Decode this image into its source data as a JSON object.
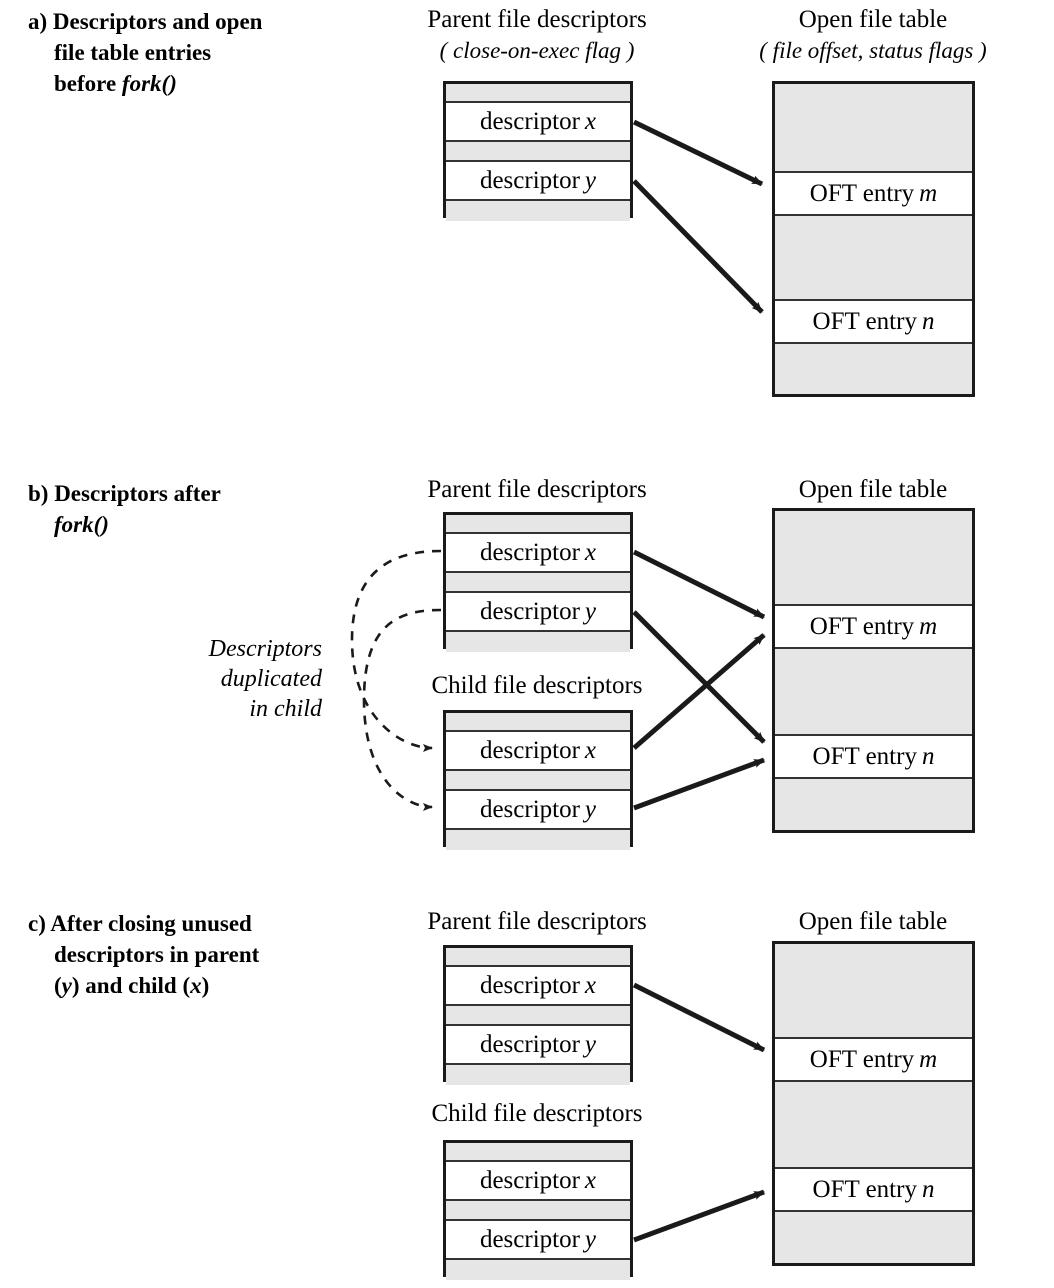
{
  "figure": {
    "gray_fill": "#e6e6e6",
    "line_color": "#1a1a1a"
  },
  "panels": [
    {
      "id": "a",
      "caption_line1": "a) Descriptors and open",
      "caption_line2": "file table entries",
      "caption_line3_prefix": "before ",
      "caption_line3_italic": "fork()",
      "parent_header": "Parent file descriptors",
      "parent_subheader": "( close-on-exec flag )",
      "oft_header": "Open file table",
      "oft_subheader": "( file offset, status flags )",
      "parent_rows": [
        {
          "kind": "gray",
          "text": ""
        },
        {
          "kind": "white",
          "text": "descriptor ",
          "var": "x"
        },
        {
          "kind": "gray",
          "text": ""
        },
        {
          "kind": "white",
          "text": "descriptor ",
          "var": "y"
        },
        {
          "kind": "gray",
          "text": ""
        }
      ],
      "oft_rows": [
        {
          "kind": "gray",
          "text": ""
        },
        {
          "kind": "white",
          "text": "OFT entry ",
          "var": "m"
        },
        {
          "kind": "gray",
          "text": ""
        },
        {
          "kind": "white",
          "text": "OFT entry ",
          "var": "n"
        },
        {
          "kind": "gray",
          "text": ""
        }
      ],
      "arrows": [
        {
          "from": "parent-descriptor-x",
          "to": "oft-entry-m",
          "style": "solid"
        },
        {
          "from": "parent-descriptor-y",
          "to": "oft-entry-n",
          "style": "solid"
        }
      ]
    },
    {
      "id": "b",
      "caption_line1": "b) Descriptors after",
      "caption_line2_italic": "fork()",
      "parent_header": "Parent file descriptors",
      "child_header": "Child file descriptors",
      "oft_header": "Open file table",
      "side_note_line1": "Descriptors",
      "side_note_line2": "duplicated",
      "side_note_line3": "in child",
      "parent_rows": [
        {
          "kind": "gray",
          "text": ""
        },
        {
          "kind": "white",
          "text": "descriptor ",
          "var": "x"
        },
        {
          "kind": "gray",
          "text": ""
        },
        {
          "kind": "white",
          "text": "descriptor ",
          "var": "y"
        },
        {
          "kind": "gray",
          "text": ""
        }
      ],
      "child_rows": [
        {
          "kind": "gray",
          "text": ""
        },
        {
          "kind": "white",
          "text": "descriptor ",
          "var": "x"
        },
        {
          "kind": "gray",
          "text": ""
        },
        {
          "kind": "white",
          "text": "descriptor ",
          "var": "y"
        },
        {
          "kind": "gray",
          "text": ""
        }
      ],
      "oft_rows": [
        {
          "kind": "gray",
          "text": ""
        },
        {
          "kind": "white",
          "text": "OFT entry ",
          "var": "m"
        },
        {
          "kind": "gray",
          "text": ""
        },
        {
          "kind": "white",
          "text": "OFT entry ",
          "var": "n"
        },
        {
          "kind": "gray",
          "text": ""
        }
      ],
      "arrows": [
        {
          "from": "parent-descriptor-x",
          "to": "child-descriptor-x",
          "style": "dashed"
        },
        {
          "from": "parent-descriptor-y",
          "to": "child-descriptor-y",
          "style": "dashed"
        },
        {
          "from": "parent-descriptor-x",
          "to": "oft-entry-m",
          "style": "solid"
        },
        {
          "from": "parent-descriptor-y",
          "to": "oft-entry-n",
          "style": "solid"
        },
        {
          "from": "child-descriptor-x",
          "to": "oft-entry-m",
          "style": "solid"
        },
        {
          "from": "child-descriptor-y",
          "to": "oft-entry-n",
          "style": "solid"
        }
      ]
    },
    {
      "id": "c",
      "caption_line1": "c) After closing unused",
      "caption_line2": "descriptors in parent",
      "caption_line3_a": "(",
      "caption_line3_y": "y",
      "caption_line3_b": ") and child (",
      "caption_line3_x": "x",
      "caption_line3_c": ")",
      "parent_header": "Parent file descriptors",
      "child_header": "Child file descriptors",
      "oft_header": "Open file table",
      "parent_rows": [
        {
          "kind": "gray",
          "text": ""
        },
        {
          "kind": "white",
          "text": "descriptor ",
          "var": "x"
        },
        {
          "kind": "gray",
          "text": ""
        },
        {
          "kind": "white",
          "text": "descriptor ",
          "var": "y"
        },
        {
          "kind": "gray",
          "text": ""
        }
      ],
      "child_rows": [
        {
          "kind": "gray",
          "text": ""
        },
        {
          "kind": "white",
          "text": "descriptor ",
          "var": "x"
        },
        {
          "kind": "gray",
          "text": ""
        },
        {
          "kind": "white",
          "text": "descriptor ",
          "var": "y"
        },
        {
          "kind": "gray",
          "text": ""
        }
      ],
      "oft_rows": [
        {
          "kind": "gray",
          "text": ""
        },
        {
          "kind": "white",
          "text": "OFT entry ",
          "var": "m"
        },
        {
          "kind": "gray",
          "text": ""
        },
        {
          "kind": "white",
          "text": "OFT entry ",
          "var": "n"
        },
        {
          "kind": "gray",
          "text": ""
        }
      ],
      "arrows": [
        {
          "from": "parent-descriptor-x",
          "to": "oft-entry-m",
          "style": "solid"
        },
        {
          "from": "child-descriptor-y",
          "to": "oft-entry-n",
          "style": "solid"
        }
      ]
    }
  ]
}
